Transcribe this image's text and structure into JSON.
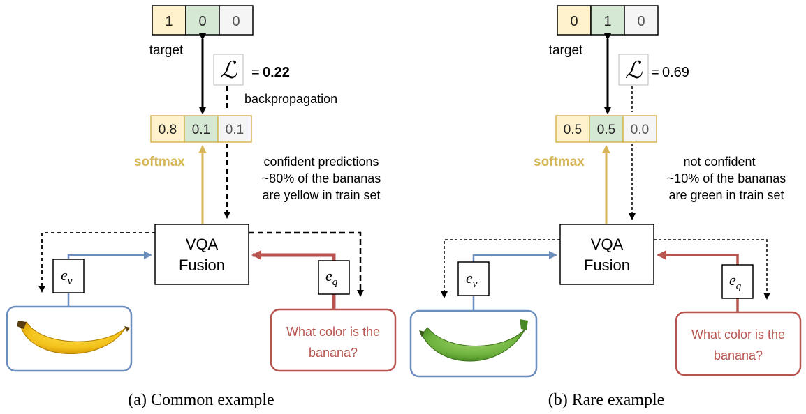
{
  "colors": {
    "yellow_cell": "#fff2cc",
    "green_cell": "#d5e8d4",
    "gray_cell": "#f5f5f5",
    "cell_border": "#000000",
    "pred_border": "#d6b656",
    "softmax": "#d6b656",
    "visual": "#6c8ebf",
    "question": "#b85450"
  },
  "common": {
    "target": [
      "1",
      "0",
      "0"
    ],
    "target_label": "target",
    "loss_symbol": "ℒ",
    "loss_eq": "=",
    "loss_value": "0.22",
    "backprop_label": "backpropagation",
    "pred": [
      "0.8",
      "0.1",
      "0.1"
    ],
    "softmax_label": "softmax",
    "note": [
      "confident predictions",
      "~80% of the bananas",
      "are yellow in train set"
    ],
    "fusion": [
      "VQA",
      "Fusion"
    ],
    "ev": {
      "base": "e",
      "sub": "v"
    },
    "eq": {
      "base": "e",
      "sub": "q"
    },
    "banana_color": "yellow",
    "question": [
      "What color is the",
      "banana?"
    ],
    "caption": "(a) Common example"
  },
  "rare": {
    "target": [
      "0",
      "1",
      "0"
    ],
    "target_label": "target",
    "loss_symbol": "ℒ",
    "loss_eq": "=",
    "loss_value": "0.69",
    "pred": [
      "0.5",
      "0.5",
      "0.0"
    ],
    "softmax_label": "softmax",
    "note": [
      "not confident",
      "~10% of the bananas",
      "are green in train set"
    ],
    "fusion": [
      "VQA",
      "Fusion"
    ],
    "ev": {
      "base": "e",
      "sub": "v"
    },
    "eq": {
      "base": "e",
      "sub": "q"
    },
    "banana_color": "green",
    "question": [
      "What color is the",
      "banana?"
    ],
    "caption": "(b) Rare example"
  }
}
